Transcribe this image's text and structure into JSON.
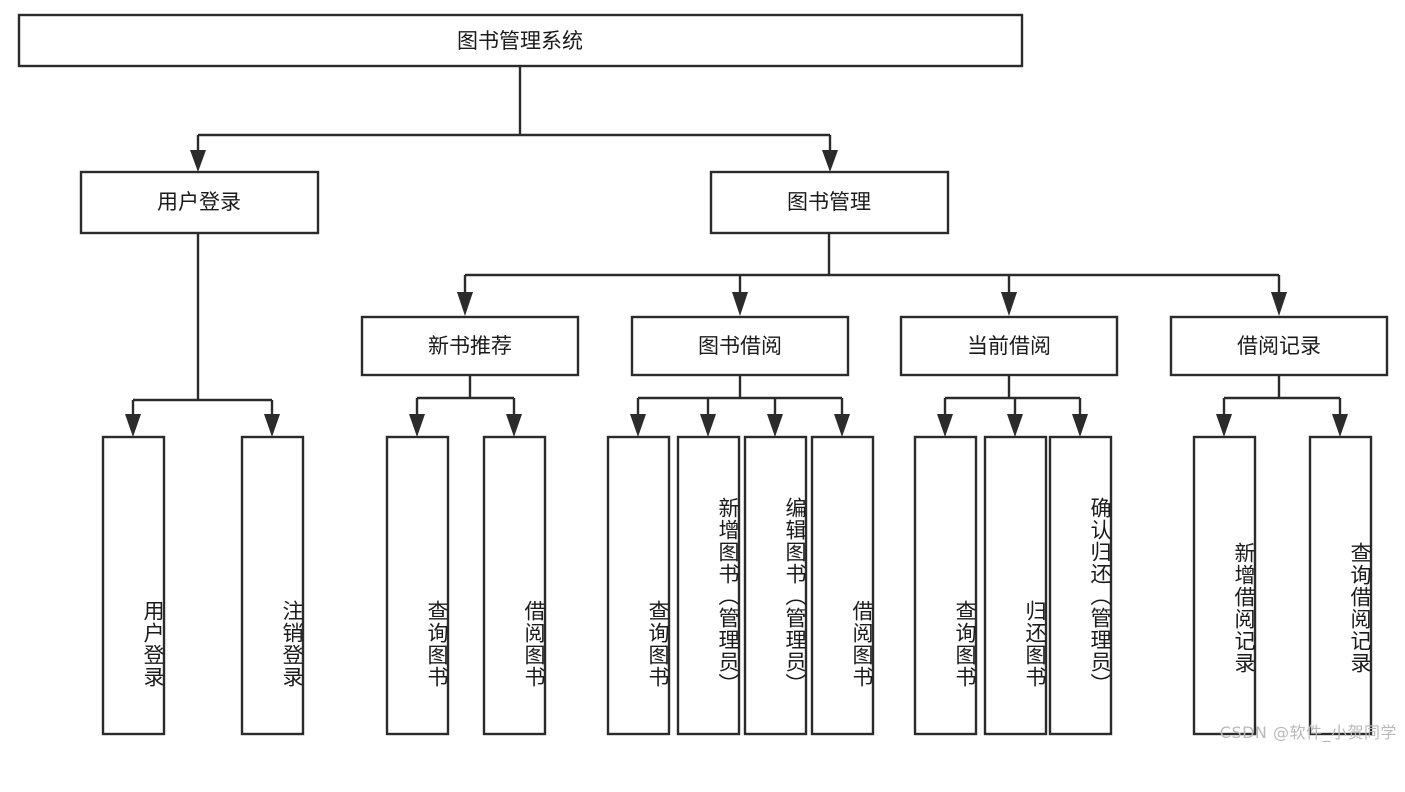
{
  "diagram": {
    "title": "图书管理系统",
    "type": "tree-hierarchy",
    "orientation": "top-down",
    "colors": {
      "box_fill": "#ffffff",
      "box_stroke": "#2b2b2b",
      "text": "#1b1b1b",
      "background": "#ffffff",
      "watermark": "#b9b9b9"
    },
    "root": {
      "id": "root",
      "label": "图书管理系统"
    },
    "level2": [
      {
        "id": "user-login",
        "label": "用户登录"
      },
      {
        "id": "book-management",
        "label": "图书管理"
      }
    ],
    "level3": [
      {
        "id": "new-book-recommend",
        "label": "新书推荐",
        "parent": "book-management"
      },
      {
        "id": "book-borrow",
        "label": "图书借阅",
        "parent": "book-management"
      },
      {
        "id": "current-borrow",
        "label": "当前借阅",
        "parent": "book-management"
      },
      {
        "id": "borrow-record",
        "label": "借阅记录",
        "parent": "book-management"
      }
    ],
    "leaves": [
      {
        "id": "leaf-user-login",
        "label": "用户登录",
        "parent": "user-login"
      },
      {
        "id": "leaf-logout-login",
        "label": "注销登录",
        "parent": "user-login"
      },
      {
        "id": "leaf-query-book-1",
        "label": "查询图书",
        "parent": "new-book-recommend"
      },
      {
        "id": "leaf-borrow-book-1",
        "label": "借阅图书",
        "parent": "new-book-recommend"
      },
      {
        "id": "leaf-query-book-2",
        "label": "查询图书",
        "parent": "book-borrow"
      },
      {
        "id": "leaf-add-book",
        "label": "新增图书（管理员）",
        "parent": "book-borrow"
      },
      {
        "id": "leaf-edit-book",
        "label": "编辑图书（管理员）",
        "parent": "book-borrow"
      },
      {
        "id": "leaf-borrow-book-2",
        "label": "借阅图书",
        "parent": "book-borrow"
      },
      {
        "id": "leaf-query-book-3",
        "label": "查询图书",
        "parent": "current-borrow"
      },
      {
        "id": "leaf-return-book",
        "label": "归还图书",
        "parent": "current-borrow"
      },
      {
        "id": "leaf-confirm-return",
        "label": "确认归还（管理员）",
        "parent": "current-borrow"
      },
      {
        "id": "leaf-add-record",
        "label": "新增借阅记录",
        "parent": "borrow-record"
      },
      {
        "id": "leaf-query-record",
        "label": "查询借阅记录",
        "parent": "borrow-record"
      }
    ]
  },
  "watermark": {
    "text": "CSDN @软件_小贺同学"
  }
}
